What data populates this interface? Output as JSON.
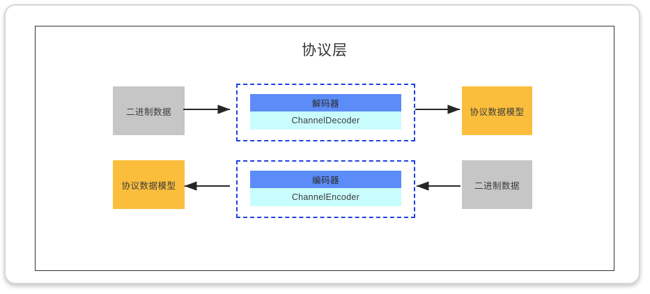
{
  "diagram": {
    "title": "协议层",
    "rows": [
      {
        "id": "decode-flow",
        "source": {
          "label": "二进制数据",
          "color": "#c6c6c6"
        },
        "codec": {
          "header": "解码器",
          "body": "ChannelDecoder",
          "header_color": "#5b8cf8",
          "body_color": "#c9fcfd",
          "group_border_color": "#1f3fe0"
        },
        "target": {
          "label": "协议数据模型",
          "color": "#fbbe3c"
        },
        "direction": "left-to-right"
      },
      {
        "id": "encode-flow",
        "source": {
          "label": "二进制数据",
          "color": "#c6c6c6"
        },
        "codec": {
          "header": "编码器",
          "body": "ChannelEncoder",
          "header_color": "#5b8cf8",
          "body_color": "#c9fcfd",
          "group_border_color": "#1f3fe0"
        },
        "target": {
          "label": "协议数据模型",
          "color": "#fbbe3c"
        },
        "direction": "right-to-left"
      }
    ],
    "colors": {
      "frame_border": "#d6d6d6",
      "layer_border": "#333333",
      "arrow": "#262626",
      "background": "#ffffff"
    }
  }
}
